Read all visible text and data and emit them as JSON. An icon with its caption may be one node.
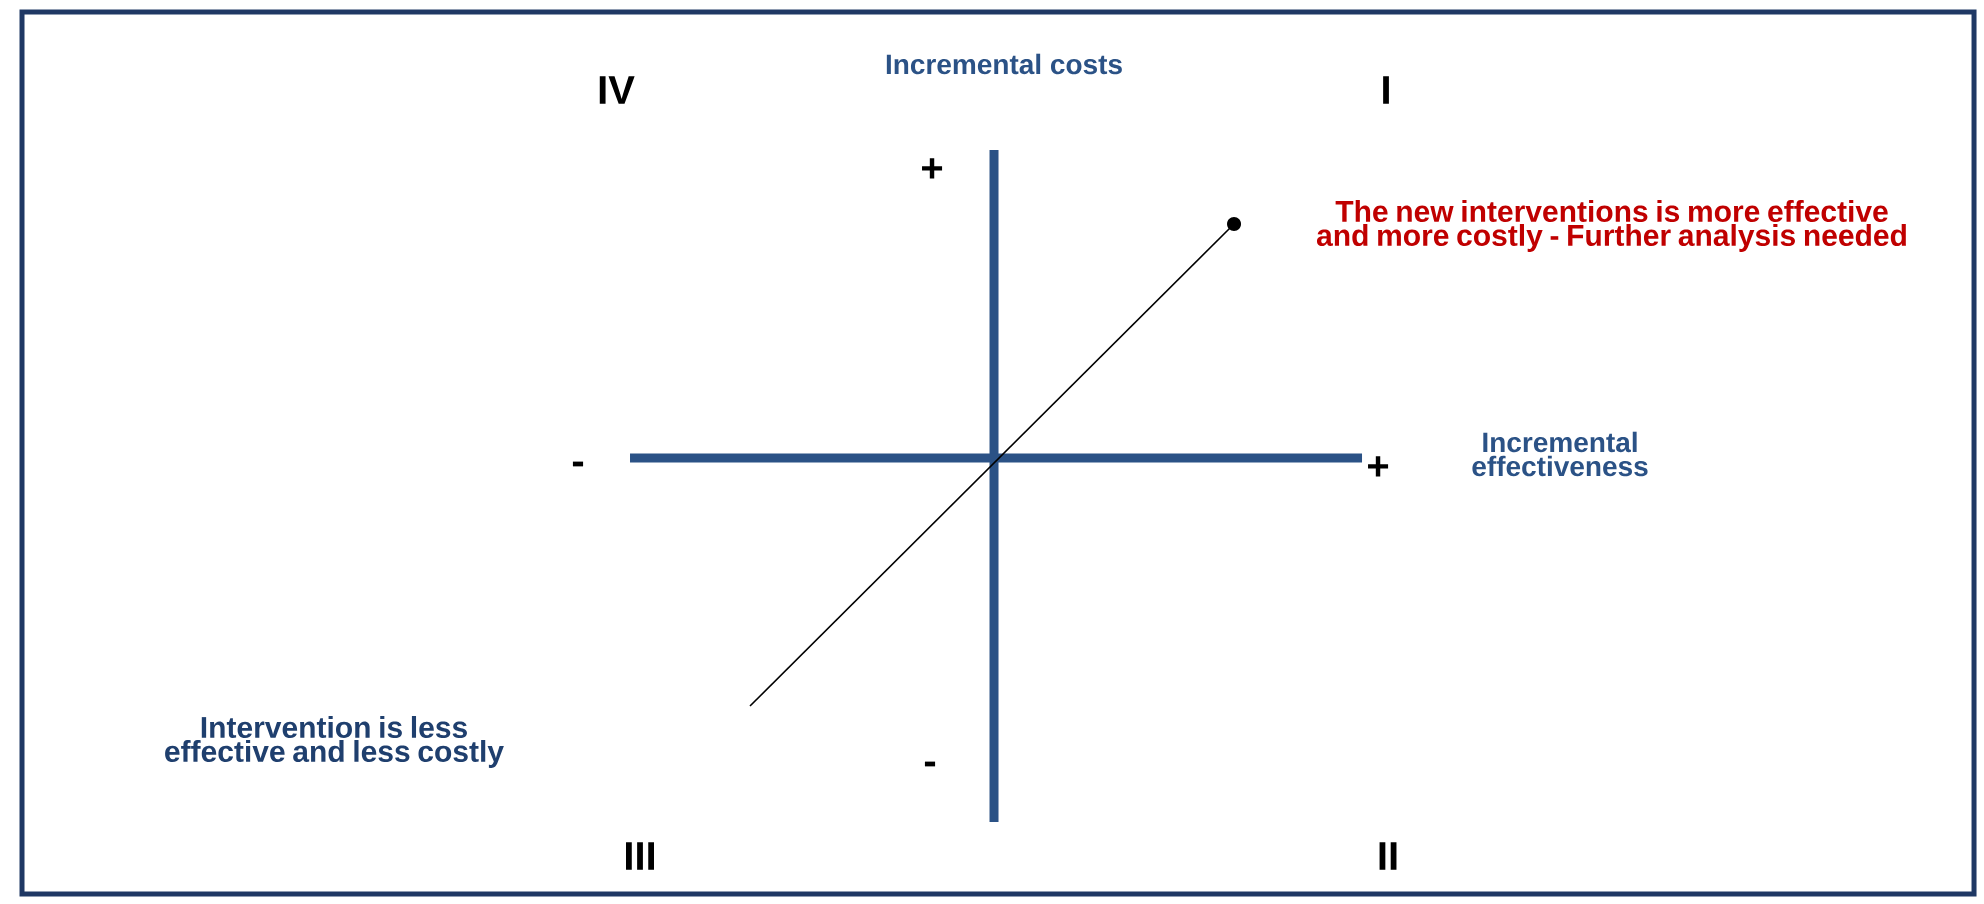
{
  "diagram": {
    "labels": [
      "IV",
      "Incremental costs",
      "I",
      "+",
      "The new interventions is more effective and more costly - Further analysis needed",
      "-",
      "+",
      "Incremental effectiveness",
      "Intervention is less effective and less costly",
      "-",
      "III",
      "II"
    ]
  }
}
